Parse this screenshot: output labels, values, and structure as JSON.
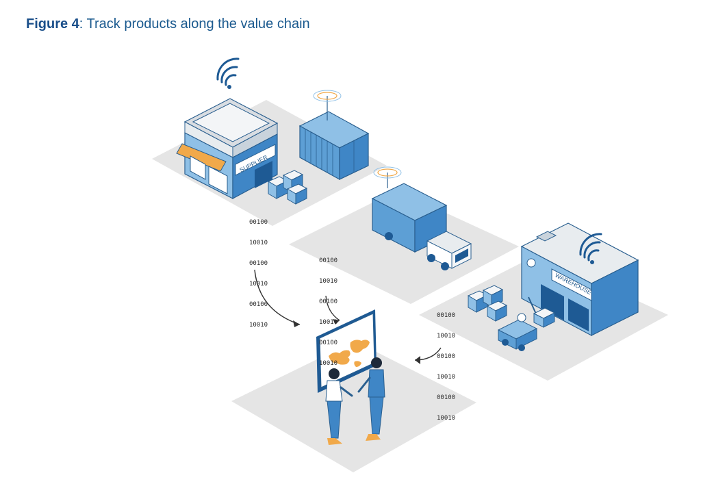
{
  "figure": {
    "label": "Figure 4",
    "title": ": Track products along the value chain"
  },
  "signs": {
    "supplier": "SUPPLIER",
    "warehouse": "WAREHOUSE"
  },
  "data_streams": [
    [
      "00100",
      "10010",
      "00100",
      "10010",
      "00100",
      "10010"
    ],
    [
      "00100",
      "10010",
      "00100",
      "10010",
      "00100",
      "10010"
    ],
    [
      "00100",
      "10010",
      "00100",
      "10010",
      "00100",
      "10010"
    ]
  ],
  "colors": {
    "platform": "#e5e5e5",
    "primary_blue": "#3f86c6",
    "light_blue": "#8fc0e6",
    "dark_blue": "#1e5a94",
    "orange": "#f1a94a",
    "title": "#1b5a8f"
  }
}
